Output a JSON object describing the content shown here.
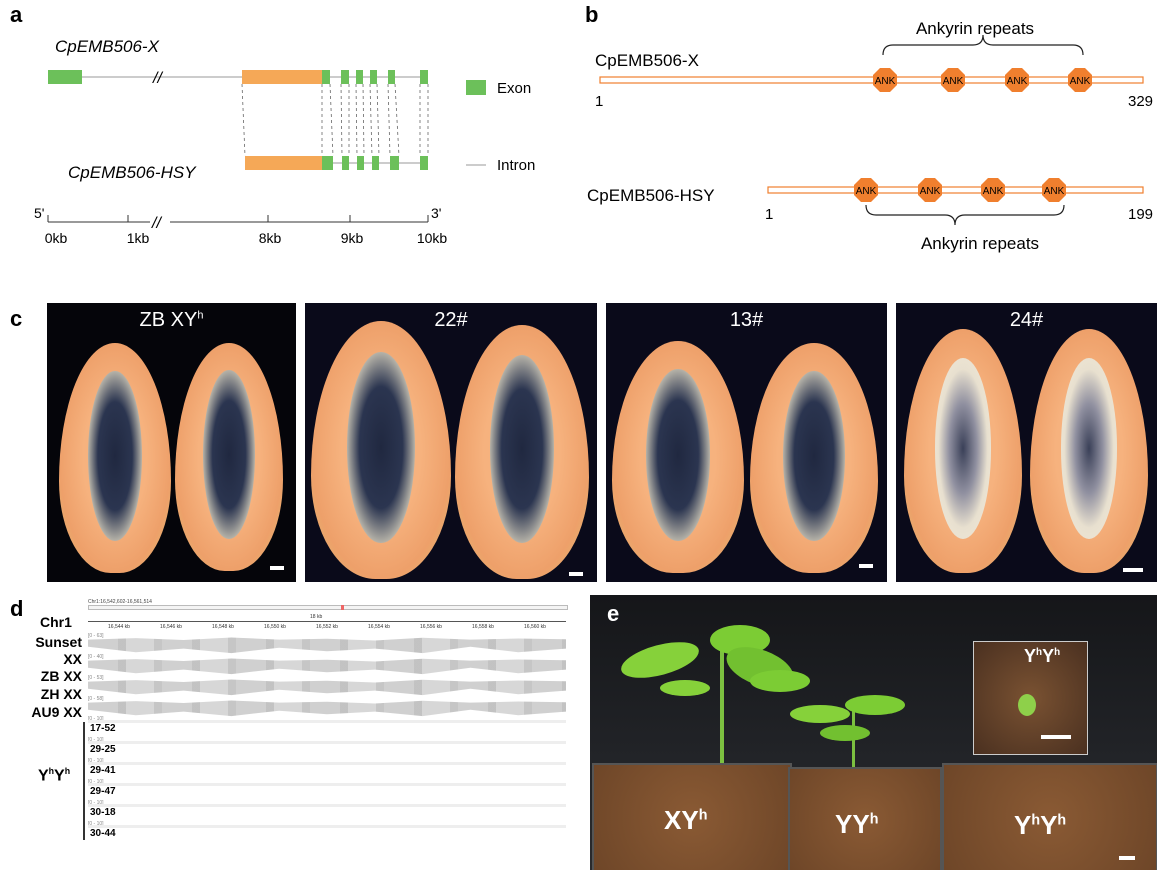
{
  "panels": {
    "a": "a",
    "b": "b",
    "c": "c",
    "d": "d",
    "e": "e"
  },
  "panel_a": {
    "gene_x": "CpEMB506-X",
    "gene_hsy": "CpEMB506-HSY",
    "legend_exon": "Exon",
    "legend_intron": "Intron",
    "five_prime": "5'",
    "three_prime": "3'",
    "scale": [
      "0kb",
      "1kb",
      "8kb",
      "9kb",
      "10kb"
    ],
    "break_mark": "//",
    "colors": {
      "exon": "#6cc05a",
      "utr": "#f5a857"
    }
  },
  "panel_b": {
    "protein_x": "CpEMB506-X",
    "protein_hsy": "CpEMB506-HSY",
    "domain": "ANK",
    "repeats_label": "Ankyrin repeats",
    "x_start": "1",
    "x_end": "329",
    "hsy_start": "1",
    "hsy_end": "199",
    "colors": {
      "domain": "#f07f2e"
    }
  },
  "panel_c": {
    "photos": [
      {
        "title": "ZB XY",
        "sup": "h"
      },
      {
        "title": "22#",
        "sup": ""
      },
      {
        "title": "13#",
        "sup": ""
      },
      {
        "title": "24#",
        "sup": ""
      }
    ]
  },
  "panel_d": {
    "locus": "Chr1:16,542,602-16,561,514",
    "chrom": "Chr1",
    "span": "18 kb",
    "ticks": [
      "16,544 kb",
      "16,546 kb",
      "16,548 kb",
      "16,550 kb",
      "16,552 kb",
      "16,554 kb",
      "16,556 kb",
      "16,558 kb",
      "16,560 kb"
    ],
    "xx_tracks": [
      {
        "label": "Sunset XX",
        "range": "[0 - 63]"
      },
      {
        "label": "ZB XX",
        "range": "[0 - 40]"
      },
      {
        "label": "ZH XX",
        "range": "[0 - 53]"
      },
      {
        "label": "AU9 XX",
        "range": "[0 - 58]"
      }
    ],
    "group_label": "Y",
    "group_sup": "h",
    "yy_tracks": [
      {
        "label": "17-52",
        "range": "[0 - 10]"
      },
      {
        "label": "29-25",
        "range": "[0 - 10]"
      },
      {
        "label": "29-41",
        "range": "[0 - 10]"
      },
      {
        "label": "29-47",
        "range": "[0 - 10]"
      },
      {
        "label": "30-18",
        "range": "[0 - 10]"
      },
      {
        "label": "30-44",
        "range": "[0 - 10]"
      }
    ]
  },
  "panel_e": {
    "pots": [
      {
        "label": "XY",
        "sup": "h"
      },
      {
        "label": "YY",
        "sup": "h"
      },
      {
        "label": "Y",
        "mid": "h",
        "label2": "Y",
        "sup": "h"
      }
    ],
    "inset": {
      "label": "Y",
      "mid": "h",
      "label2": "Y",
      "sup": "h"
    }
  }
}
